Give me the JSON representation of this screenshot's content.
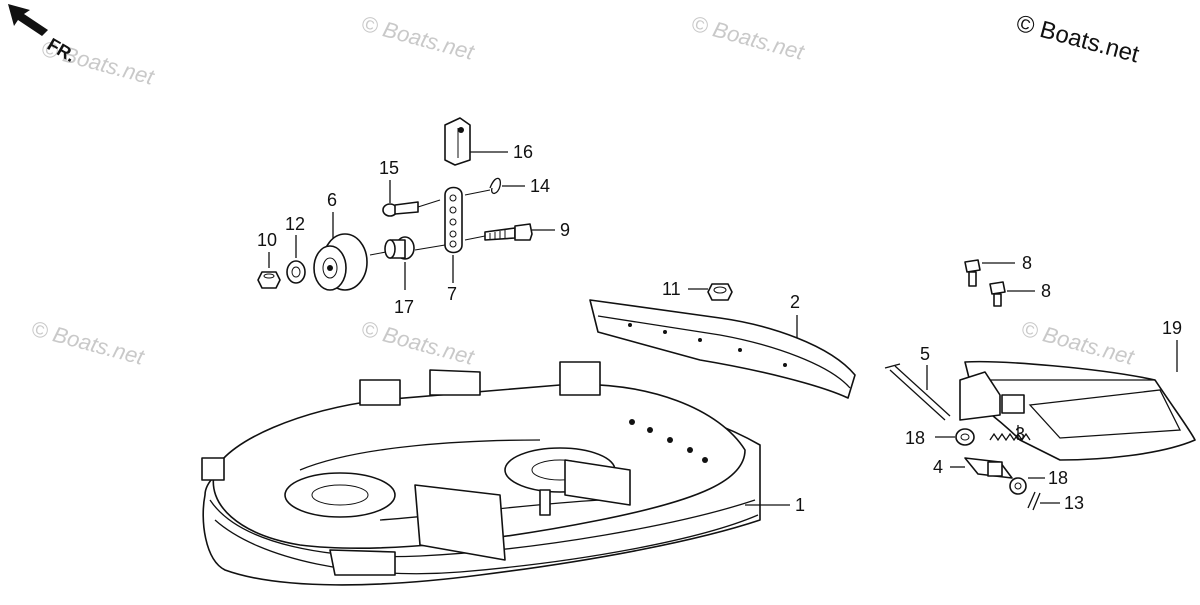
{
  "copyright": "© Boats.net",
  "watermark": "© Boats.net",
  "direction_label": "FR.",
  "callouts": {
    "c1": "1",
    "c2": "2",
    "c3": "3",
    "c4": "4",
    "c5": "5",
    "c6": "6",
    "c7": "7",
    "c8a": "8",
    "c8b": "8",
    "c9": "9",
    "c10": "10",
    "c11": "11",
    "c12": "12",
    "c13": "13",
    "c14": "14",
    "c15": "15",
    "c16": "16",
    "c17": "17",
    "c18a": "18",
    "c18b": "18",
    "c19": "19"
  },
  "icons": {
    "arrow": "front-direction-arrow-icon"
  }
}
